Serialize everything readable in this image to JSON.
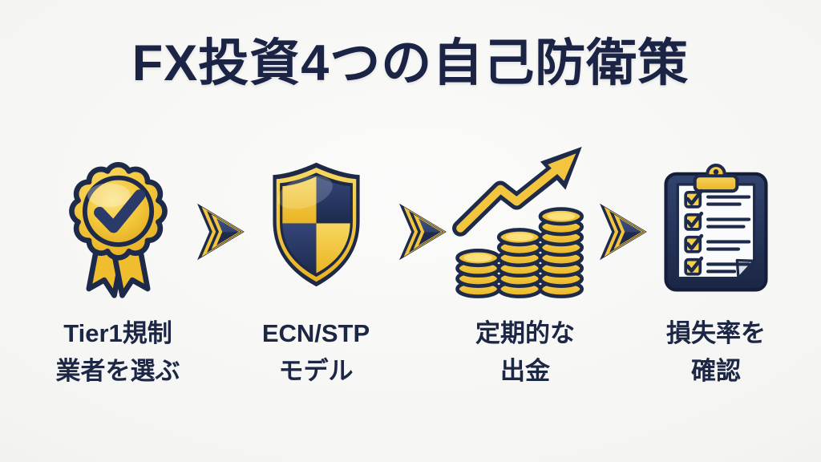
{
  "title": "FX投資4つの自己防衛策",
  "steps": [
    {
      "icon": "medal-check",
      "line1": "Tier1規制",
      "line2": "業者を選ぶ"
    },
    {
      "icon": "shield-quartered",
      "line1": "ECN/STP",
      "line2": "モデル"
    },
    {
      "icon": "coins-growth",
      "line1": "定期的な",
      "line2": "出金"
    },
    {
      "icon": "clipboard-checklist",
      "line1": "損失率を",
      "line2": "確認"
    }
  ],
  "flow": {
    "arrow_count": 3,
    "direction": "right"
  },
  "colors": {
    "navy": "#1e2a4a",
    "navy_dark": "#16203c",
    "navy_body": "#2c3e6a",
    "gold": "#f2c334",
    "gold_light": "#f8dc6a",
    "title_text": "#1b2445",
    "background": "#f3f3f1"
  }
}
